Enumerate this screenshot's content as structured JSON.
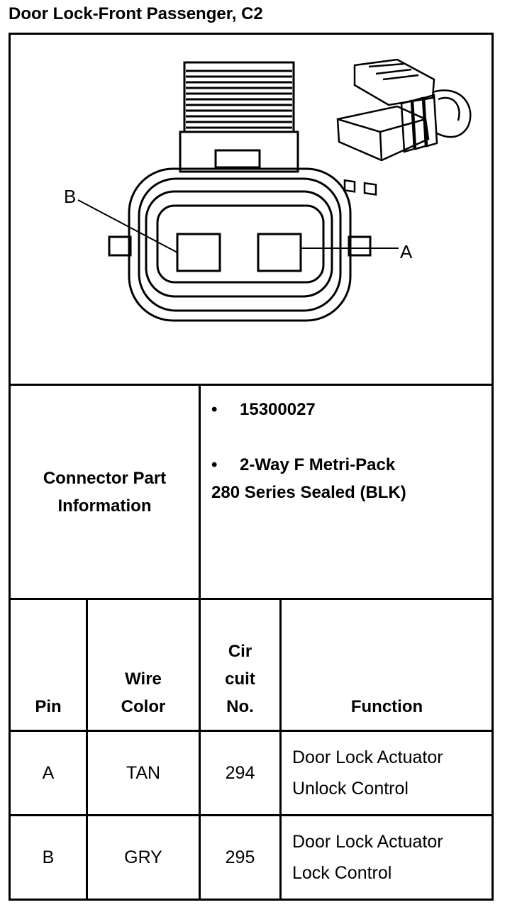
{
  "title": "Door Lock-Front Passenger, C2",
  "diagram": {
    "pin_b_label": "B",
    "pin_a_label": "A"
  },
  "connector_info": {
    "label_line1": "Connector Part",
    "label_line2": "Information",
    "bullet_char": "•",
    "part_number": "15300027",
    "description_line1": "2-Way F Metri-Pack",
    "description_line2": "280 Series Sealed (BLK)"
  },
  "table": {
    "headers": {
      "pin": "Pin",
      "wire_color_line1": "Wire",
      "wire_color_line2": "Color",
      "circuit_line1": "Cir",
      "circuit_line2": "cuit",
      "circuit_line3": "No.",
      "function": "Function"
    },
    "rows": [
      {
        "pin": "A",
        "wire_color": "TAN",
        "circuit": "294",
        "function_line1": "Door Lock Actuator",
        "function_line2": "Unlock Control"
      },
      {
        "pin": "B",
        "wire_color": "GRY",
        "circuit": "295",
        "function_line1": "Door Lock Actuator",
        "function_line2": "Lock Control"
      }
    ]
  }
}
